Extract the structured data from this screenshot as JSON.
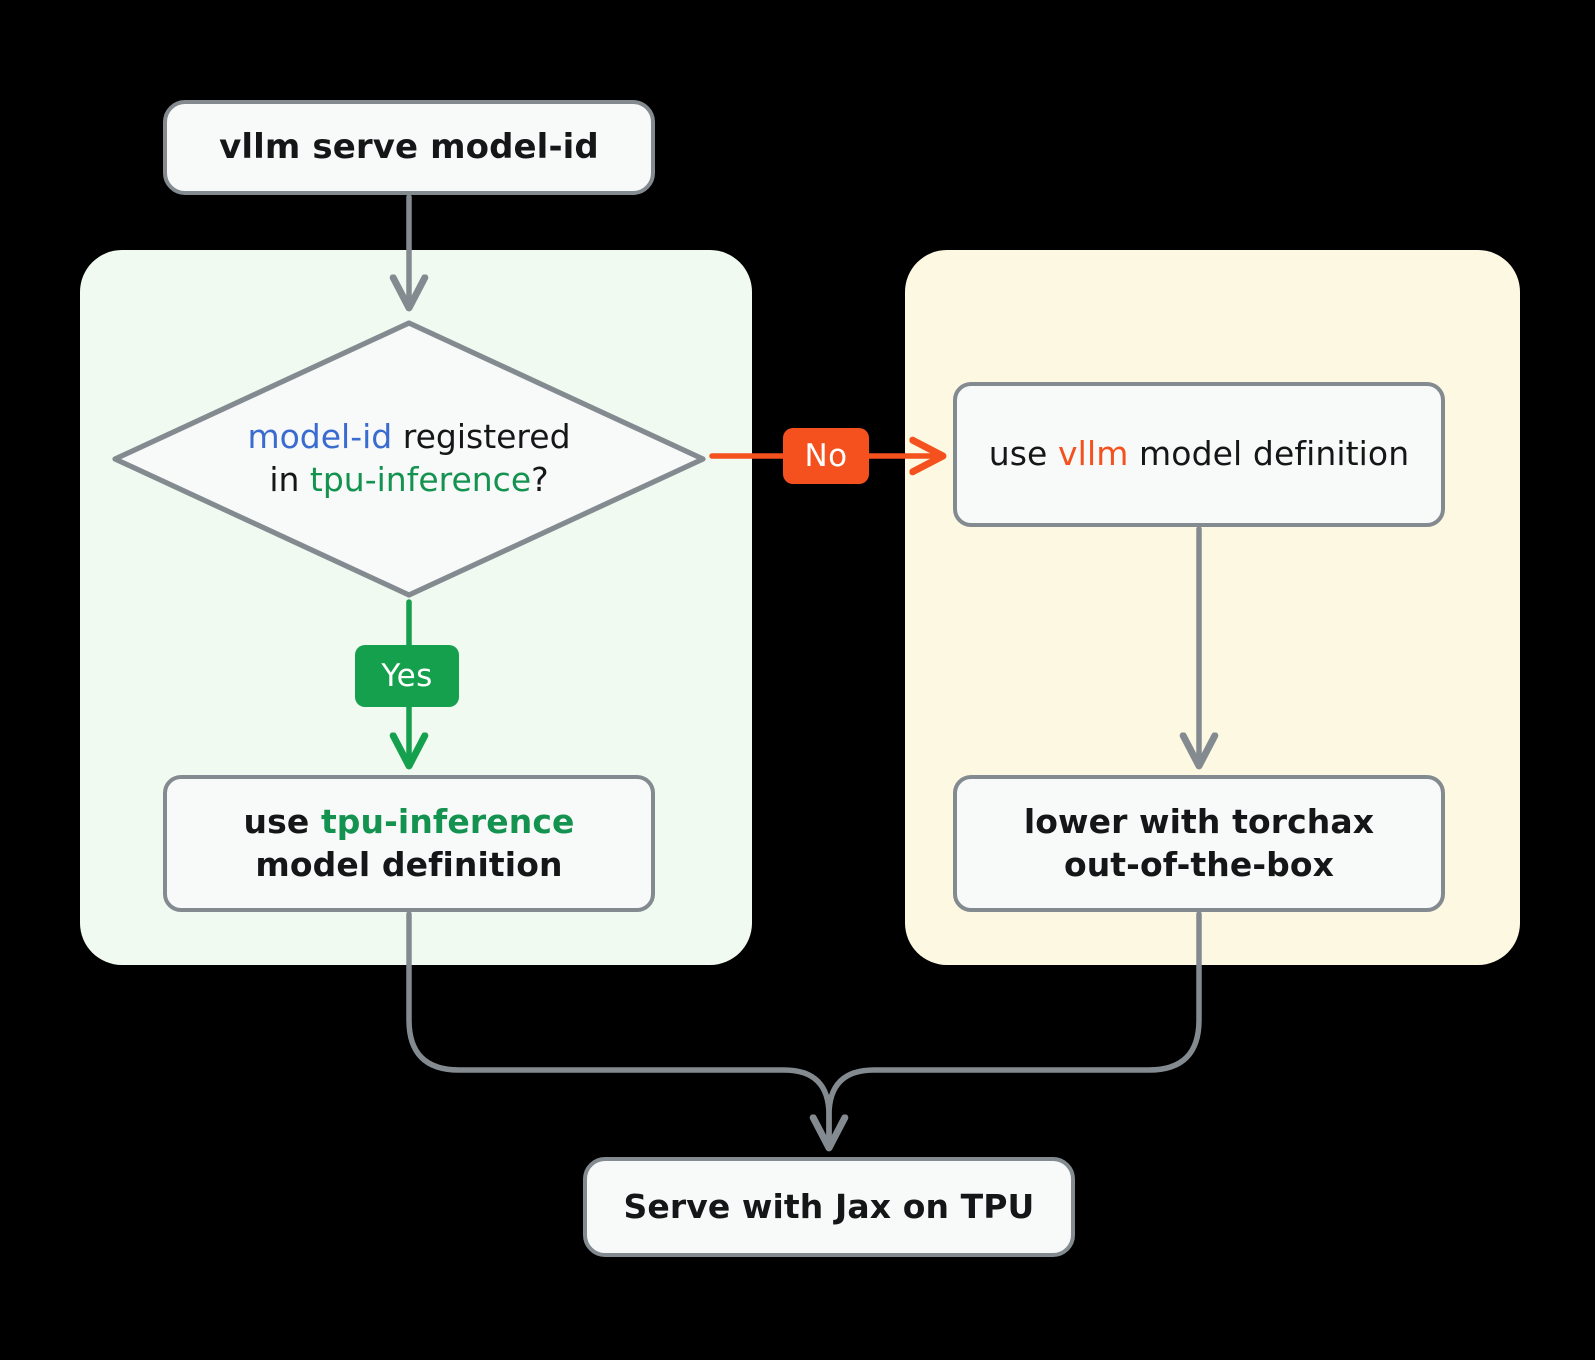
{
  "diagram": {
    "title": "vllm serve model-id decision flow",
    "background": "#000000",
    "colors": {
      "edge_gray": "#848b90",
      "yes_green": "#15a04d",
      "no_orange": "#f4511e",
      "token_blue": "#3a6cd0",
      "token_green": "#13934f",
      "token_orange": "#f4511e",
      "node_fill": "#f8f9f9",
      "cluster_tpu_fill": "#f1faf0",
      "cluster_vllm_fill": "#fdf8e2"
    }
  },
  "clusters": [
    {
      "id": "tpu-inference-branch",
      "fill": "#f1faf0"
    },
    {
      "id": "vllm-branch",
      "fill": "#fdf8e2"
    }
  ],
  "nodes": {
    "start": {
      "text": "vllm serve model-id",
      "shape": "rounded-rect"
    },
    "decision": {
      "shape": "diamond",
      "line1": {
        "code": "model-id",
        "rest": " registered"
      },
      "line2": {
        "prefix": "in ",
        "code": "tpu-inference",
        "suffix": "?"
      },
      "full_text": "model-id registered in tpu-inference?"
    },
    "vllm_definition": {
      "shape": "rounded-rect",
      "prefix": "use ",
      "code": "vllm",
      "suffix": " model definition",
      "full_text": "use vllm model definition"
    },
    "tpu_definition": {
      "shape": "rounded-rect",
      "prefix": "use ",
      "code": "tpu-inference",
      "suffix": " model",
      "line2": "definition",
      "full_text": "use tpu-inference model definition"
    },
    "torchax": {
      "shape": "rounded-rect",
      "line1": "lower with torchax",
      "line2": "out-of-the-box",
      "full_text": "lower with torchax out-of-the-box"
    },
    "end": {
      "text": "Serve with Jax on TPU",
      "shape": "rounded-rect"
    }
  },
  "edges": {
    "start_to_decision": {
      "label": "",
      "color": "#848b90"
    },
    "decision_to_vllm": {
      "label": "No",
      "color": "#f4511e"
    },
    "decision_to_tpu": {
      "label": "Yes",
      "color": "#15a04d"
    },
    "vllm_to_torchax": {
      "label": "",
      "color": "#848b90"
    },
    "tpu_to_end": {
      "label": "",
      "color": "#848b90"
    },
    "torchax_to_end": {
      "label": "",
      "color": "#848b90"
    }
  }
}
